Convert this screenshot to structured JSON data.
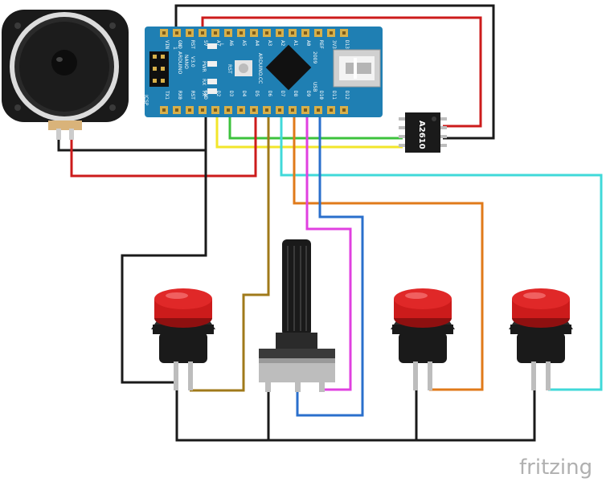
{
  "board": {
    "brand": "ARDUINO.CC",
    "model_line1": "ARDUINO",
    "model_line2": "NANO",
    "model_line3": "V3.0",
    "year": "2009",
    "usb": "USB",
    "icsp": "ICSP",
    "rst": "RST",
    "pwr": "PWR",
    "led_l": "L",
    "led_tx": "TX",
    "led_rx": "RX",
    "one": "1",
    "top_pins": [
      "VIN",
      "GND",
      "RST",
      "5V",
      "A7",
      "A6",
      "A5",
      "A4",
      "A3",
      "A2",
      "A1",
      "A0",
      "REF",
      "3V3",
      "D13"
    ],
    "bottom_pins": [
      "TX1",
      "RX0",
      "RST",
      "GND",
      "D2",
      "D3",
      "D4",
      "D5",
      "D6",
      "D7",
      "D8",
      "D9",
      "D10",
      "D11",
      "D12"
    ]
  },
  "amplifier": {
    "label": "A2610"
  },
  "watermark": {
    "text": "fritzing"
  },
  "colors": {
    "board": "#1f7fb3",
    "wire_black": "#1a1a1a",
    "wire_red": "#cc1b1b",
    "wire_green": "#3cc23c",
    "wire_yellow": "#f2e62a",
    "wire_brown": "#a07a1a",
    "wire_cyan": "#40d9d9",
    "wire_orange": "#e07a1a",
    "wire_magenta": "#e040e0",
    "wire_blue": "#2a6fcc",
    "button_red": "#cc1b1b"
  }
}
